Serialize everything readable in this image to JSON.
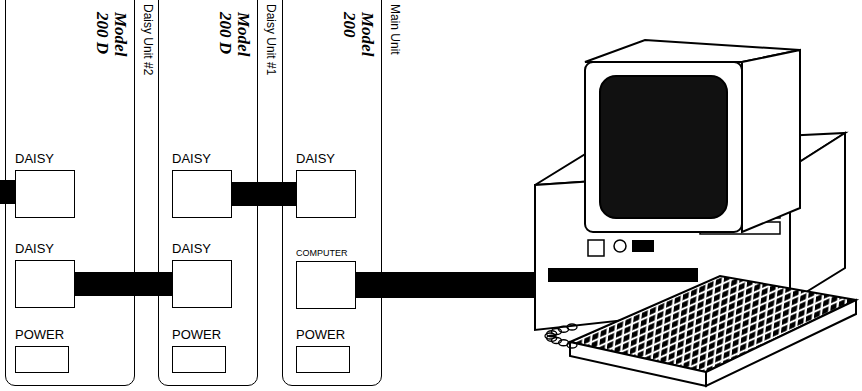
{
  "diagram": {
    "nodes": [
      {
        "text": [
          "Model 200 D",
          "Daisy Unit #2"
        ]
      },
      {
        "text": [
          "DAISY"
        ],
        "in": 0
      },
      {
        "text": [
          "DAISY"
        ],
        "in": 0
      },
      {
        "text": [
          "POWER"
        ],
        "in": 0
      },
      {
        "text": [
          "Model 200 D",
          "Daisy Unit #1"
        ]
      },
      {
        "text": [
          "DAISY"
        ],
        "in": 4
      },
      {
        "text": [
          "DAISY"
        ],
        "in": 4
      },
      {
        "text": [
          "POWER"
        ],
        "in": 4
      },
      {
        "text": [
          "Model 200",
          "Main Unit"
        ]
      },
      {
        "text": [
          "DAISY"
        ],
        "in": 8
      },
      {
        "text": [
          "COMPUTER"
        ],
        "in": 8
      },
      {
        "text": [
          "POWER"
        ],
        "in": 8
      }
    ],
    "edges": [
      {
        "from": 2,
        "to": 6,
        "arrow": "none"
      },
      {
        "from": 5,
        "to": 9,
        "arrow": "none"
      }
    ]
  }
}
